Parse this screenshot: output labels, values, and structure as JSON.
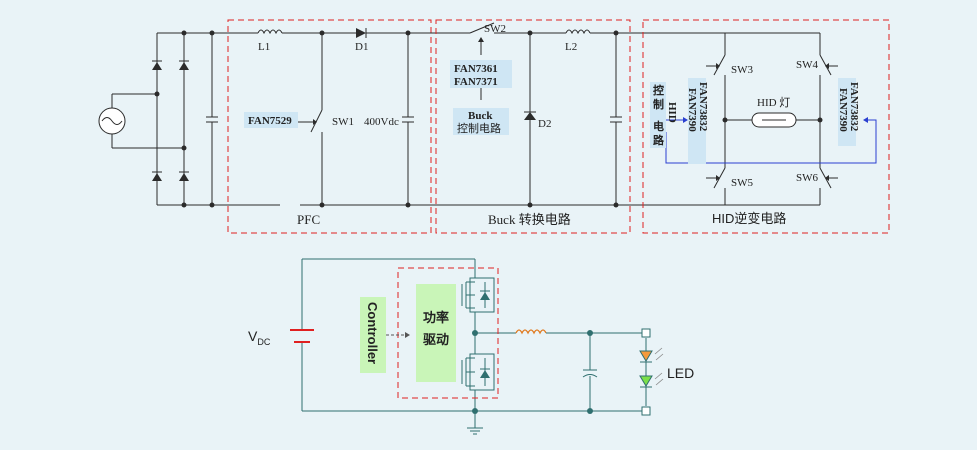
{
  "top_circuit": {
    "components": {
      "inductor1": "L1",
      "diode1": "D1",
      "switch1": "SW1",
      "bus_voltage": "400Vdc",
      "switch2": "SW2",
      "inductor2": "L2",
      "diode2": "D2",
      "switch3": "SW3",
      "switch4": "SW4",
      "switch5": "SW5",
      "switch6": "SW6",
      "lamp": "HID 灯"
    },
    "controllers": {
      "pfc": "FAN7529",
      "buck_ic_1": "FAN7361",
      "buck_ic_2": "FAN7371",
      "buck_ctrl_1": "Buck",
      "buck_ctrl_2": "控制电路",
      "hid_ctrl_vertical": "HID",
      "hid_ctrl_1": "控",
      "hid_ctrl_2": "制",
      "hid_ctrl_3": "电",
      "hid_ctrl_4": "路",
      "driver_left_1": "FAN73832",
      "driver_left_2": "FAN7390",
      "driver_right_1": "FAN73832",
      "driver_right_2": "FAN7390"
    },
    "sections": {
      "pfc": "PFC",
      "buck": "Buck 转换电路",
      "hid": "HID逆变电路"
    }
  },
  "bottom_circuit": {
    "source_label_main": "V",
    "source_label_sub": "DC",
    "controller": "Controller",
    "driver_1": "功率",
    "driver_2": "驱动",
    "load": "LED",
    "colors": {
      "led_orange": "#f59a3c",
      "led_green": "#7be04a"
    }
  }
}
